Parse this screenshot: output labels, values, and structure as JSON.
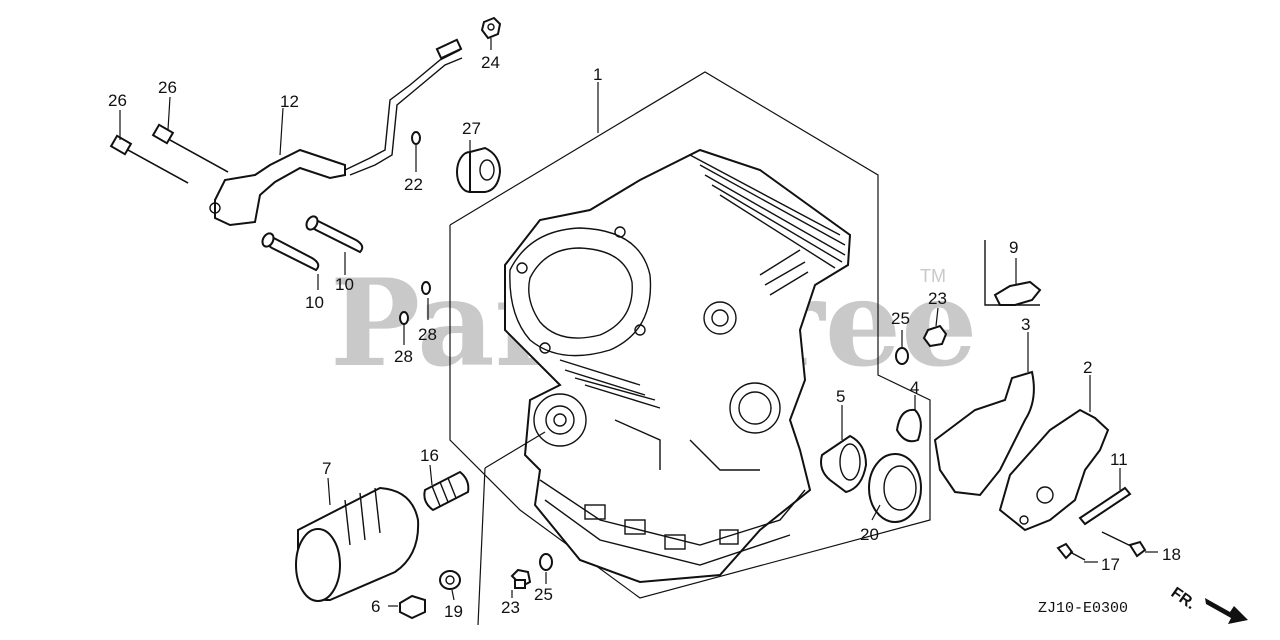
{
  "watermark": {
    "text": "PartsTree",
    "tm": "TM"
  },
  "diagram_code": "ZJ10-E0300",
  "front_marker": "FR.",
  "callouts": {
    "c1": "1",
    "c2": "2",
    "c3": "3",
    "c4": "4",
    "c5": "5",
    "c6": "6",
    "c7": "7",
    "c9": "9",
    "c10a": "10",
    "c10b": "10",
    "c11": "11",
    "c12": "12",
    "c16": "16",
    "c17": "17",
    "c18": "18",
    "c19": "19",
    "c20": "20",
    "c22": "22",
    "c23a": "23",
    "c23b": "23",
    "c24": "24",
    "c25a": "25",
    "c25b": "25",
    "c26a": "26",
    "c26b": "26",
    "c27": "27",
    "c28a": "28",
    "c28b": "28"
  }
}
